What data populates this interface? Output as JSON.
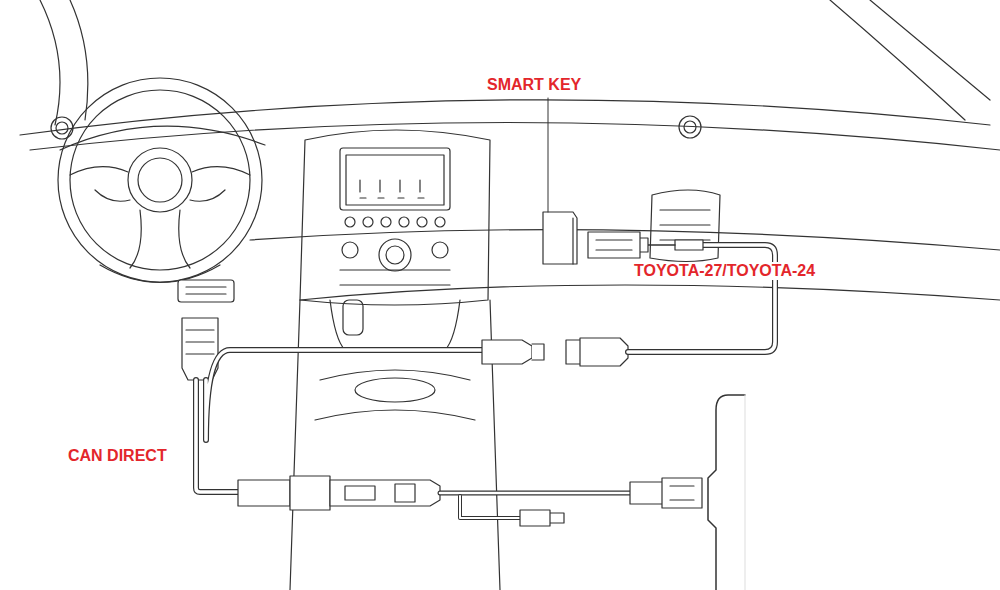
{
  "diagram": {
    "labels": [
      "SMART KEY",
      "TOYOTA-27/TOYOTA-24",
      "CAN DIRECT"
    ]
  }
}
